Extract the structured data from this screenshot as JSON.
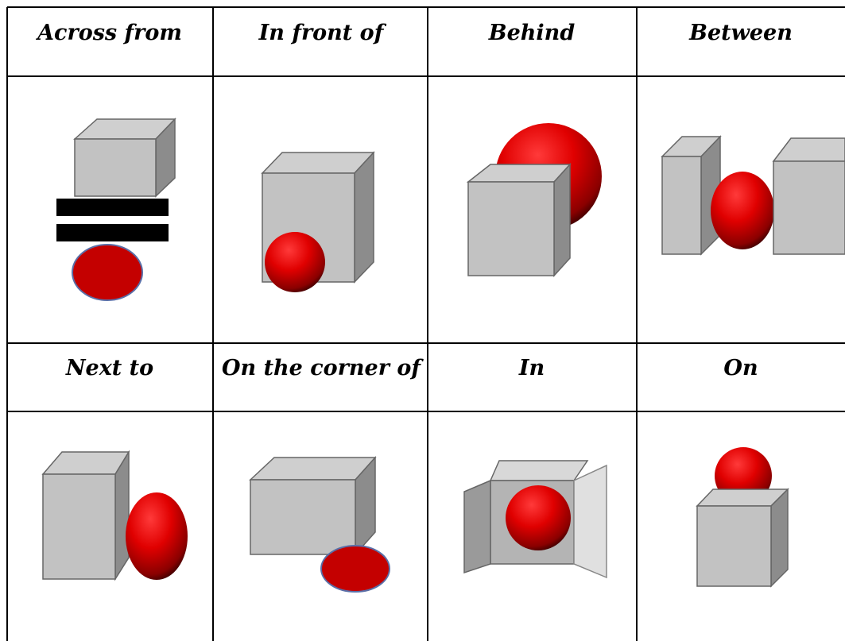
{
  "table": {
    "row1_labels": [
      "Across from",
      "In front of",
      "Behind",
      "Between"
    ],
    "row2_labels": [
      "Next to",
      "On the corner of",
      "In",
      "On"
    ]
  },
  "colors": {
    "cube_front": "#c2c2c2",
    "cube_top": "#cfcfcf",
    "cube_side": "#8c8c8c",
    "sphere_red": "#e00000",
    "bar_black": "#000000",
    "ellipse_red": "#c40000"
  },
  "icons": [
    "cube",
    "red-sphere",
    "black-bars",
    "red-ellipse",
    "open-box"
  ]
}
